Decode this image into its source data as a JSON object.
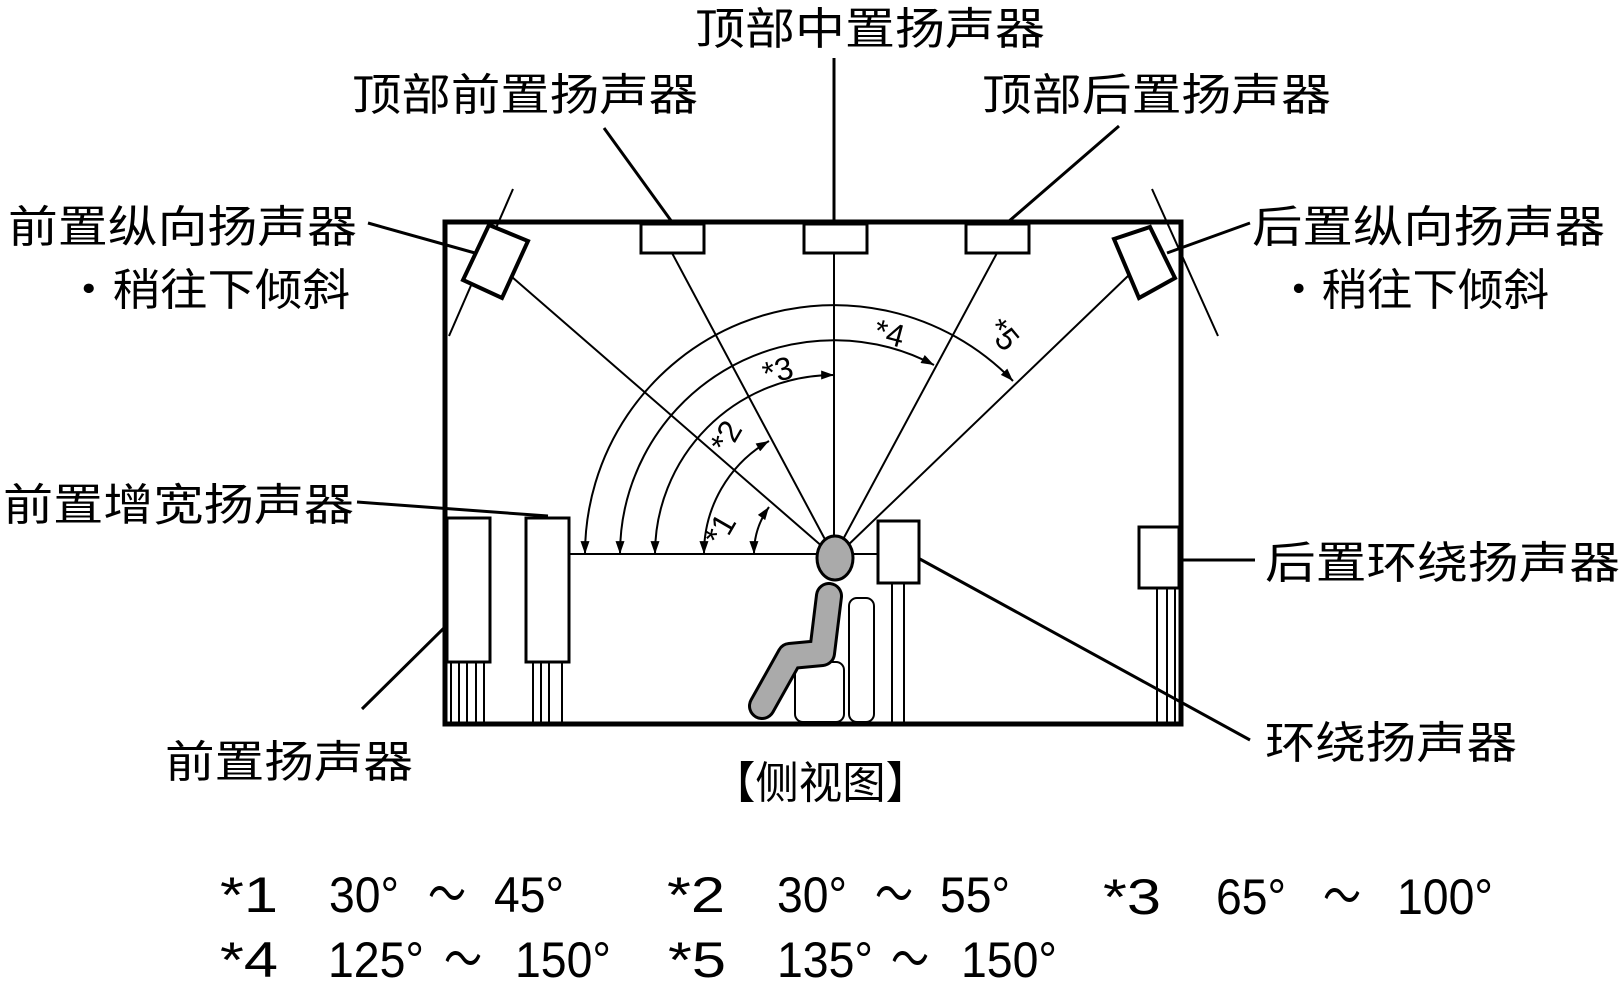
{
  "labels": {
    "top_middle": "顶部中置扬声器",
    "top_front": "顶部前置扬声器",
    "top_rear": "顶部后置扬声器",
    "front_height": "前置纵向扬声器",
    "front_height_note": "・稍往下倾斜",
    "rear_height": "后置纵向扬声器",
    "rear_height_note": "・稍往下倾斜",
    "front_wide": "前置增宽扬声器",
    "rear_surround": "后置环绕扬声器",
    "surround": "环绕扬声器",
    "front": "前置扬声器",
    "view_caption": "【侧视图】"
  },
  "angle_markers": [
    "*1",
    "*2",
    "*3",
    "*4",
    "*5"
  ],
  "footnotes": [
    {
      "mark": "*1",
      "from": "30°",
      "sep": "～",
      "to": "45°"
    },
    {
      "mark": "*2",
      "from": "30°",
      "sep": "～",
      "to": "55°"
    },
    {
      "mark": "*3",
      "from": "65°",
      "sep": "～",
      "to": "100°"
    },
    {
      "mark": "*4",
      "from": "125°",
      "sep": "～",
      "to": "150°"
    },
    {
      "mark": "*5",
      "from": "135°",
      "sep": "～",
      "to": "150°"
    }
  ],
  "colors": {
    "person": "#aaaaaa",
    "line": "#000000"
  }
}
